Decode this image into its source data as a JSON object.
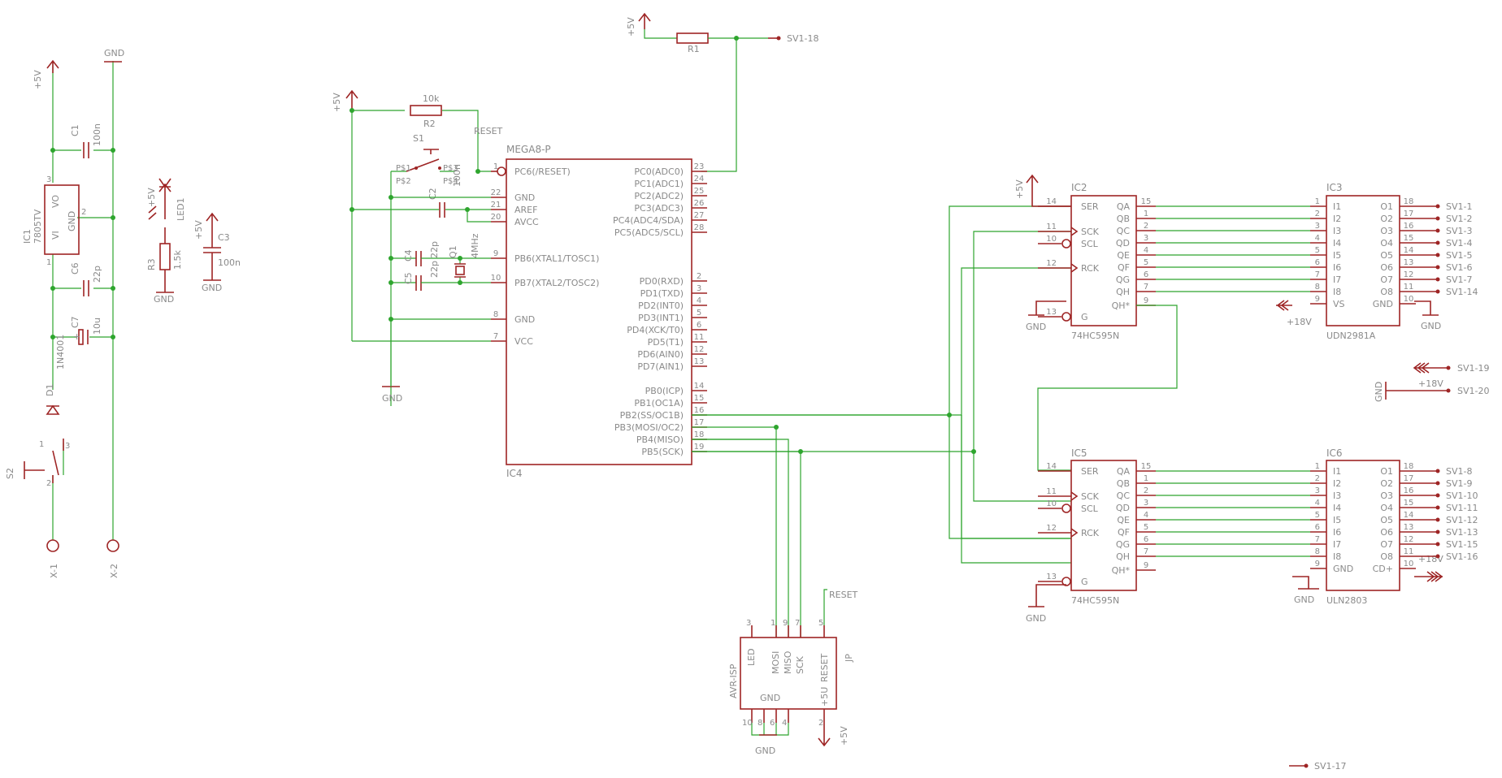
{
  "components": {
    "ic1": {
      "name": "IC1",
      "value": "7805TV",
      "pins": {
        "vo": "VO",
        "gnd": "GND",
        "vi": "VI",
        "p1": "1",
        "p2": "2",
        "p3": "3"
      }
    },
    "c1": {
      "name": "C1",
      "value": "100n"
    },
    "c6": {
      "name": "C6",
      "value": "22p"
    },
    "c7": {
      "name": "C7",
      "value": "10u"
    },
    "d1": {
      "name": "D1",
      "value": "1N4001"
    },
    "s2": {
      "name": "S2",
      "pins": {
        "p1": "1",
        "p2": "2",
        "p3": "3"
      }
    },
    "x1": {
      "name": "X-1"
    },
    "x2": {
      "name": "X-2"
    },
    "led1": {
      "name": "LED1"
    },
    "r3": {
      "name": "R3",
      "value": "1.5k"
    },
    "c3": {
      "name": "C3",
      "value": "100n"
    },
    "r1": {
      "name": "R1"
    },
    "r2": {
      "name": "R2",
      "value": "10k"
    },
    "s1": {
      "name": "S1",
      "pins": [
        "P$1",
        "P$2",
        "P$3",
        "P$4"
      ]
    },
    "c2": {
      "name": "C2",
      "value": "100n"
    },
    "c4": {
      "name": "C4",
      "value": "22p"
    },
    "c5": {
      "name": "C5",
      "value": "22p"
    },
    "q1": {
      "name": "Q1",
      "value": "4MHz"
    },
    "ic4": {
      "name": "IC4",
      "value": "MEGA8-P",
      "left_pins": [
        {
          "num": "1",
          "label": "PC6(/RESET)"
        },
        {
          "num": "22",
          "label": "GND"
        },
        {
          "num": "21",
          "label": "AREF"
        },
        {
          "num": "20",
          "label": "AVCC"
        },
        {
          "num": "9",
          "label": "PB6(XTAL1/TOSC1)"
        },
        {
          "num": "10",
          "label": "PB7(XTAL2/TOSC2)"
        },
        {
          "num": "8",
          "label": "GND"
        },
        {
          "num": "7",
          "label": "VCC"
        }
      ],
      "right_pins": [
        {
          "num": "23",
          "label": "PC0(ADC0)"
        },
        {
          "num": "24",
          "label": "PC1(ADC1)"
        },
        {
          "num": "25",
          "label": "PC2(ADC2)"
        },
        {
          "num": "26",
          "label": "PC3(ADC3)"
        },
        {
          "num": "27",
          "label": "PC4(ADC4/SDA)"
        },
        {
          "num": "28",
          "label": "PC5(ADC5/SCL)"
        },
        {
          "num": "2",
          "label": "PD0(RXD)"
        },
        {
          "num": "3",
          "label": "PD1(TXD)"
        },
        {
          "num": "4",
          "label": "PD2(INT0)"
        },
        {
          "num": "5",
          "label": "PD3(INT1)"
        },
        {
          "num": "6",
          "label": "PD4(XCK/T0)"
        },
        {
          "num": "11",
          "label": "PD5(T1)"
        },
        {
          "num": "12",
          "label": "PD6(AIN0)"
        },
        {
          "num": "13",
          "label": "PD7(AIN1)"
        },
        {
          "num": "14",
          "label": "PB0(ICP)"
        },
        {
          "num": "15",
          "label": "PB1(OC1A)"
        },
        {
          "num": "16",
          "label": "PB2(SS/OC1B)"
        },
        {
          "num": "17",
          "label": "PB3(MOSI/OC2)"
        },
        {
          "num": "18",
          "label": "PB4(MISO)"
        },
        {
          "num": "19",
          "label": "PB5(SCK)"
        }
      ]
    },
    "ic2": {
      "name": "IC2",
      "value": "74HC595N",
      "left_pins": [
        {
          "num": "14",
          "label": "SER"
        },
        {
          "num": "11",
          "label": "SCK"
        },
        {
          "num": "10",
          "label": "SCL"
        },
        {
          "num": "12",
          "label": "RCK"
        },
        {
          "num": "13",
          "label": "G"
        }
      ],
      "right_pins": [
        {
          "num": "15",
          "label": "QA"
        },
        {
          "num": "1",
          "label": "QB"
        },
        {
          "num": "2",
          "label": "QC"
        },
        {
          "num": "3",
          "label": "QD"
        },
        {
          "num": "4",
          "label": "QE"
        },
        {
          "num": "5",
          "label": "QF"
        },
        {
          "num": "6",
          "label": "QG"
        },
        {
          "num": "7",
          "label": "QH"
        },
        {
          "num": "9",
          "label": "QH*"
        }
      ]
    },
    "ic5": {
      "name": "IC5",
      "value": "74HC595N",
      "left_pins": [
        {
          "num": "14",
          "label": "SER"
        },
        {
          "num": "11",
          "label": "SCK"
        },
        {
          "num": "10",
          "label": "SCL"
        },
        {
          "num": "12",
          "label": "RCK"
        },
        {
          "num": "13",
          "label": "G"
        }
      ],
      "right_pins": [
        {
          "num": "15",
          "label": "QA"
        },
        {
          "num": "1",
          "label": "QB"
        },
        {
          "num": "2",
          "label": "QC"
        },
        {
          "num": "3",
          "label": "QD"
        },
        {
          "num": "4",
          "label": "QE"
        },
        {
          "num": "5",
          "label": "QF"
        },
        {
          "num": "6",
          "label": "QG"
        },
        {
          "num": "7",
          "label": "QH"
        },
        {
          "num": "9",
          "label": "QH*"
        }
      ]
    },
    "ic3": {
      "name": "IC3",
      "value": "UDN2981A",
      "left_pins": [
        {
          "num": "1",
          "label": "I1"
        },
        {
          "num": "2",
          "label": "I2"
        },
        {
          "num": "3",
          "label": "I3"
        },
        {
          "num": "4",
          "label": "I4"
        },
        {
          "num": "5",
          "label": "I5"
        },
        {
          "num": "6",
          "label": "I6"
        },
        {
          "num": "7",
          "label": "I7"
        },
        {
          "num": "8",
          "label": "I8"
        },
        {
          "num": "9",
          "label": "VS"
        }
      ],
      "right_pins": [
        {
          "num": "18",
          "label": "O1"
        },
        {
          "num": "17",
          "label": "O2"
        },
        {
          "num": "16",
          "label": "O3"
        },
        {
          "num": "15",
          "label": "O4"
        },
        {
          "num": "14",
          "label": "O5"
        },
        {
          "num": "13",
          "label": "O6"
        },
        {
          "num": "12",
          "label": "O7"
        },
        {
          "num": "11",
          "label": "O8"
        },
        {
          "num": "10",
          "label": "GND"
        }
      ]
    },
    "ic6": {
      "name": "IC6",
      "value": "ULN2803",
      "left_pins": [
        {
          "num": "1",
          "label": "I1"
        },
        {
          "num": "2",
          "label": "I2"
        },
        {
          "num": "3",
          "label": "I3"
        },
        {
          "num": "4",
          "label": "I4"
        },
        {
          "num": "5",
          "label": "I5"
        },
        {
          "num": "6",
          "label": "I6"
        },
        {
          "num": "7",
          "label": "I7"
        },
        {
          "num": "8",
          "label": "I8"
        },
        {
          "num": "9",
          "label": "GND"
        }
      ],
      "right_pins": [
        {
          "num": "18",
          "label": "O1"
        },
        {
          "num": "17",
          "label": "O2"
        },
        {
          "num": "16",
          "label": "O3"
        },
        {
          "num": "15",
          "label": "O4"
        },
        {
          "num": "14",
          "label": "O5"
        },
        {
          "num": "13",
          "label": "O6"
        },
        {
          "num": "12",
          "label": "O7"
        },
        {
          "num": "11",
          "label": "O8"
        },
        {
          "num": "10",
          "label": "CD+"
        }
      ]
    },
    "jp": {
      "name": "JP",
      "title": "AVR-ISP",
      "labels": {
        "led": "LED",
        "mosi": "MOSI",
        "miso": "MISO",
        "sck": "SCK",
        "reset": "RESET",
        "gnd": "GND",
        "plus5": "+5U"
      },
      "pins": {
        "p1": "1",
        "p2": "2",
        "p3": "3",
        "p4": "4",
        "p5": "5",
        "p6": "6",
        "p7": "7",
        "p8": "8",
        "p9": "9",
        "p10": "10"
      }
    }
  },
  "nets": {
    "plus5v": "+5V",
    "gnd": "GND",
    "plus18v": "+18V",
    "reset": "RESET",
    "sv1_ic3": [
      "SV1-1",
      "SV1-2",
      "SV1-3",
      "SV1-4",
      "SV1-5",
      "SV1-6",
      "SV1-7",
      "SV1-14"
    ],
    "sv1_ic6": [
      "SV1-8",
      "SV1-9",
      "SV1-10",
      "SV1-11",
      "SV1-12",
      "SV1-13",
      "SV1-15",
      "SV1-16"
    ],
    "sv1_18": "SV1-18",
    "sv1_19": "SV1-19",
    "sv1_20": "SV1-20",
    "sv1_17": "SV1-17"
  },
  "colors": {
    "symbol": "#9e2525",
    "wire": "#2ea52e",
    "text": "#8a8a8a",
    "background": "#ffffff"
  }
}
